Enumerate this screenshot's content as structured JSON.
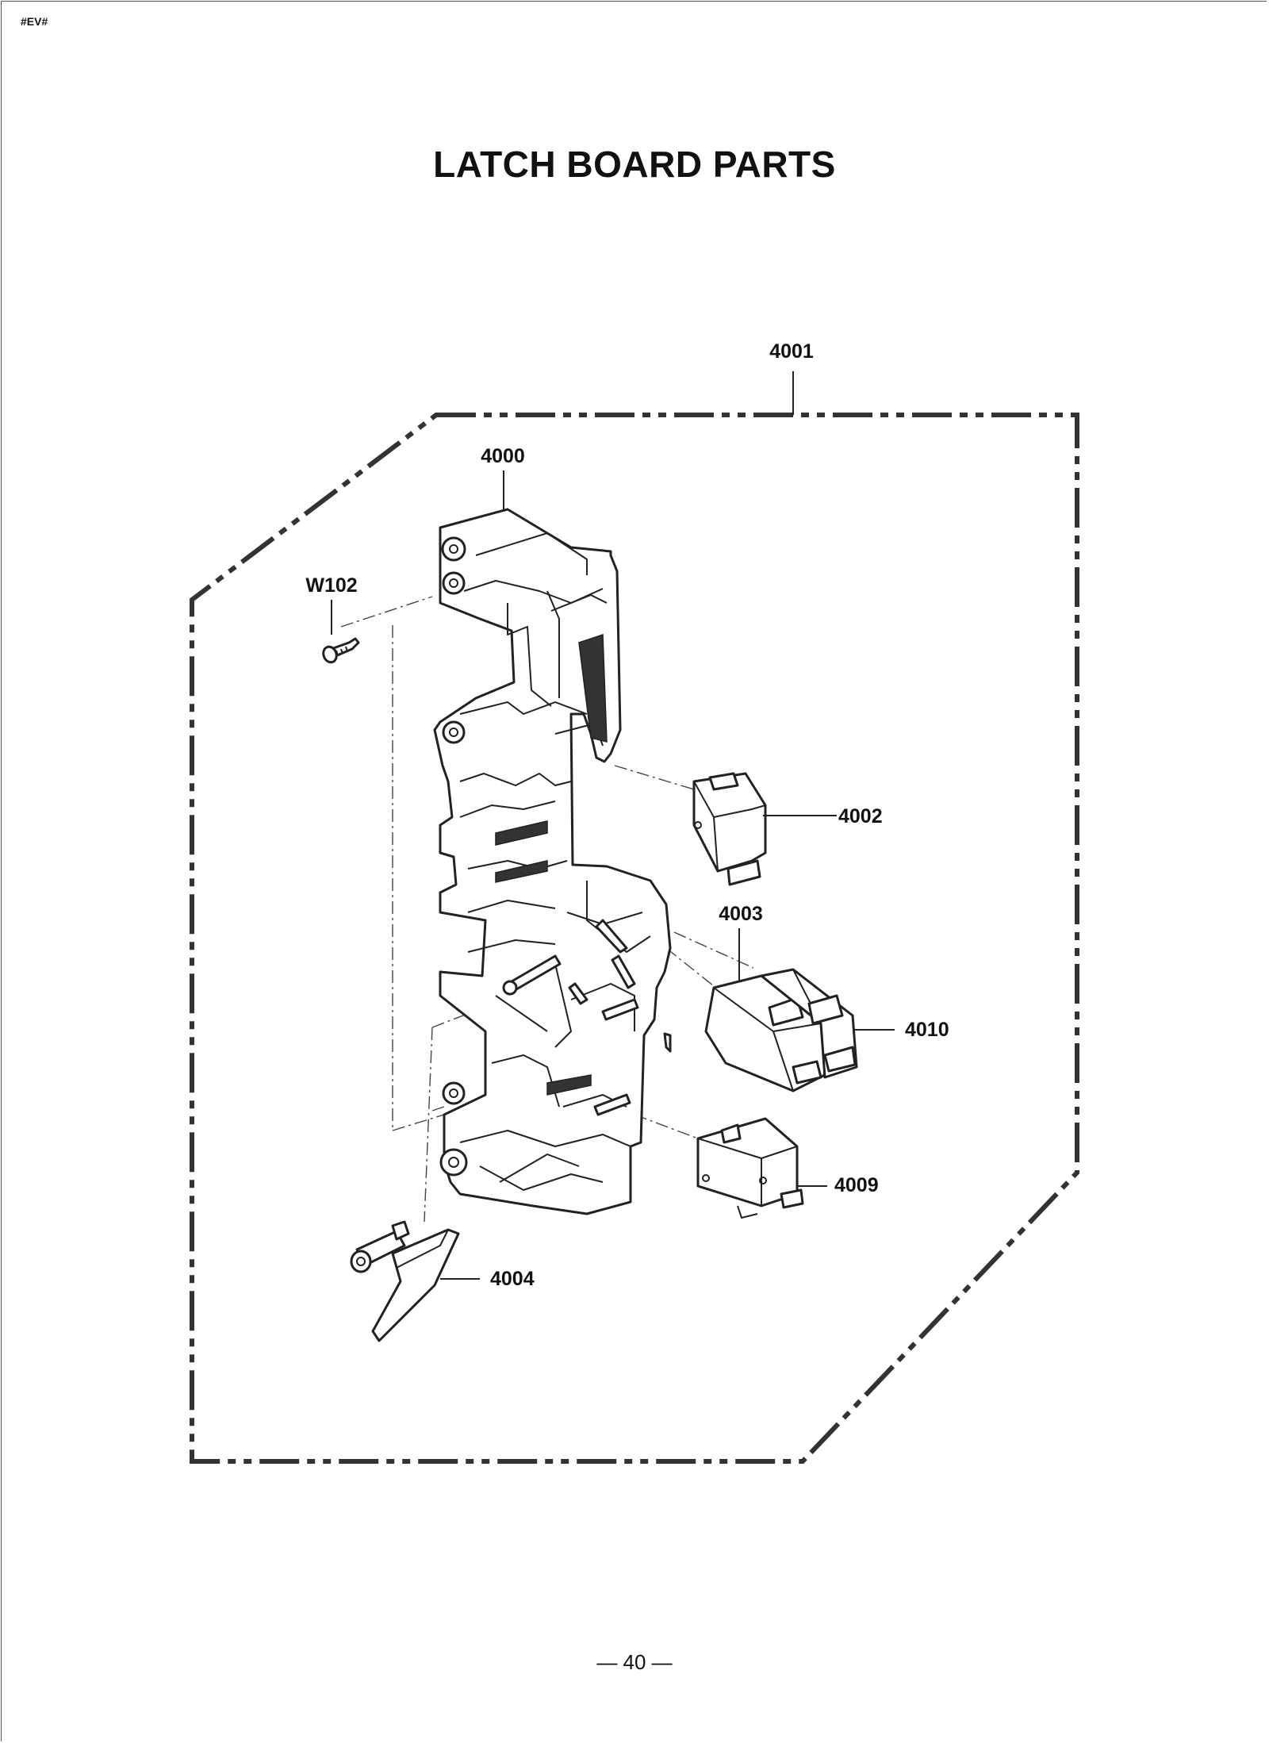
{
  "page": {
    "tag": "#EV#",
    "title": "LATCH BOARD PARTS",
    "number": "— 40 —"
  },
  "callouts": {
    "assembly": "4001",
    "latch_board": "4000",
    "screw": "W102",
    "switch_top": "4002",
    "switch_middle": "4003",
    "switch_pair": "4010",
    "switch_bottom": "4009",
    "lever": "4004"
  }
}
